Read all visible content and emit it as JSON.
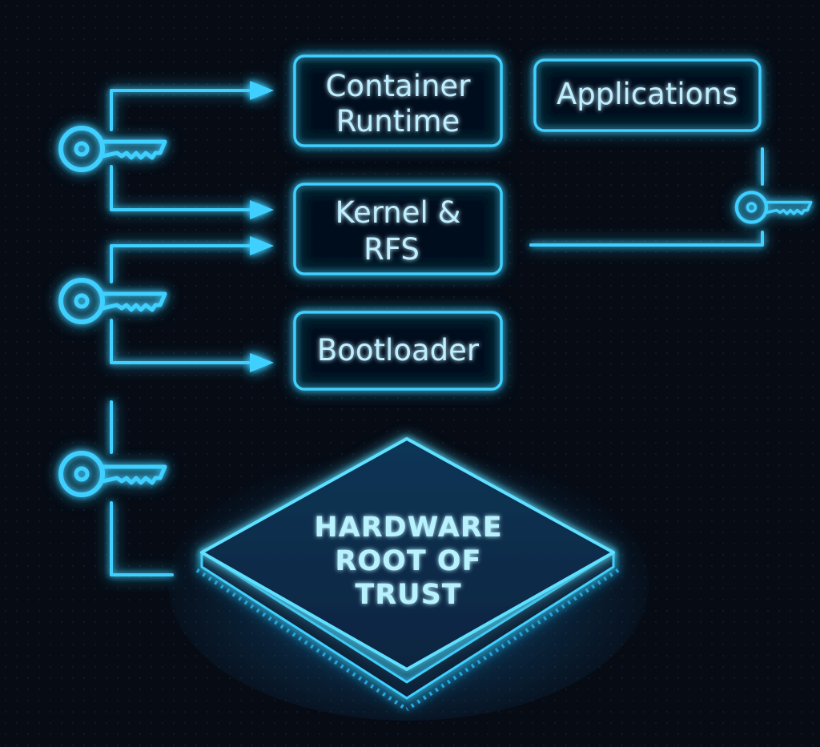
{
  "layers": {
    "container_runtime": {
      "line1": "Container",
      "line2": "Runtime"
    },
    "applications": {
      "label": "Applications"
    },
    "kernel_rfs": {
      "line1": "Kernel &",
      "line2": "RFS"
    },
    "bootloader": {
      "label": "Bootloader"
    }
  },
  "root_of_trust": {
    "line1": "HARDWARE",
    "line2": "ROOT OF",
    "line3": "TRUST"
  },
  "keys": [
    "key-icon",
    "key-icon",
    "key-icon",
    "key-icon"
  ],
  "colors": {
    "background": "#060b14",
    "neon": "#3fd0ff",
    "neon_light": "#bfefff",
    "chip_fill": "#0b2a44"
  }
}
